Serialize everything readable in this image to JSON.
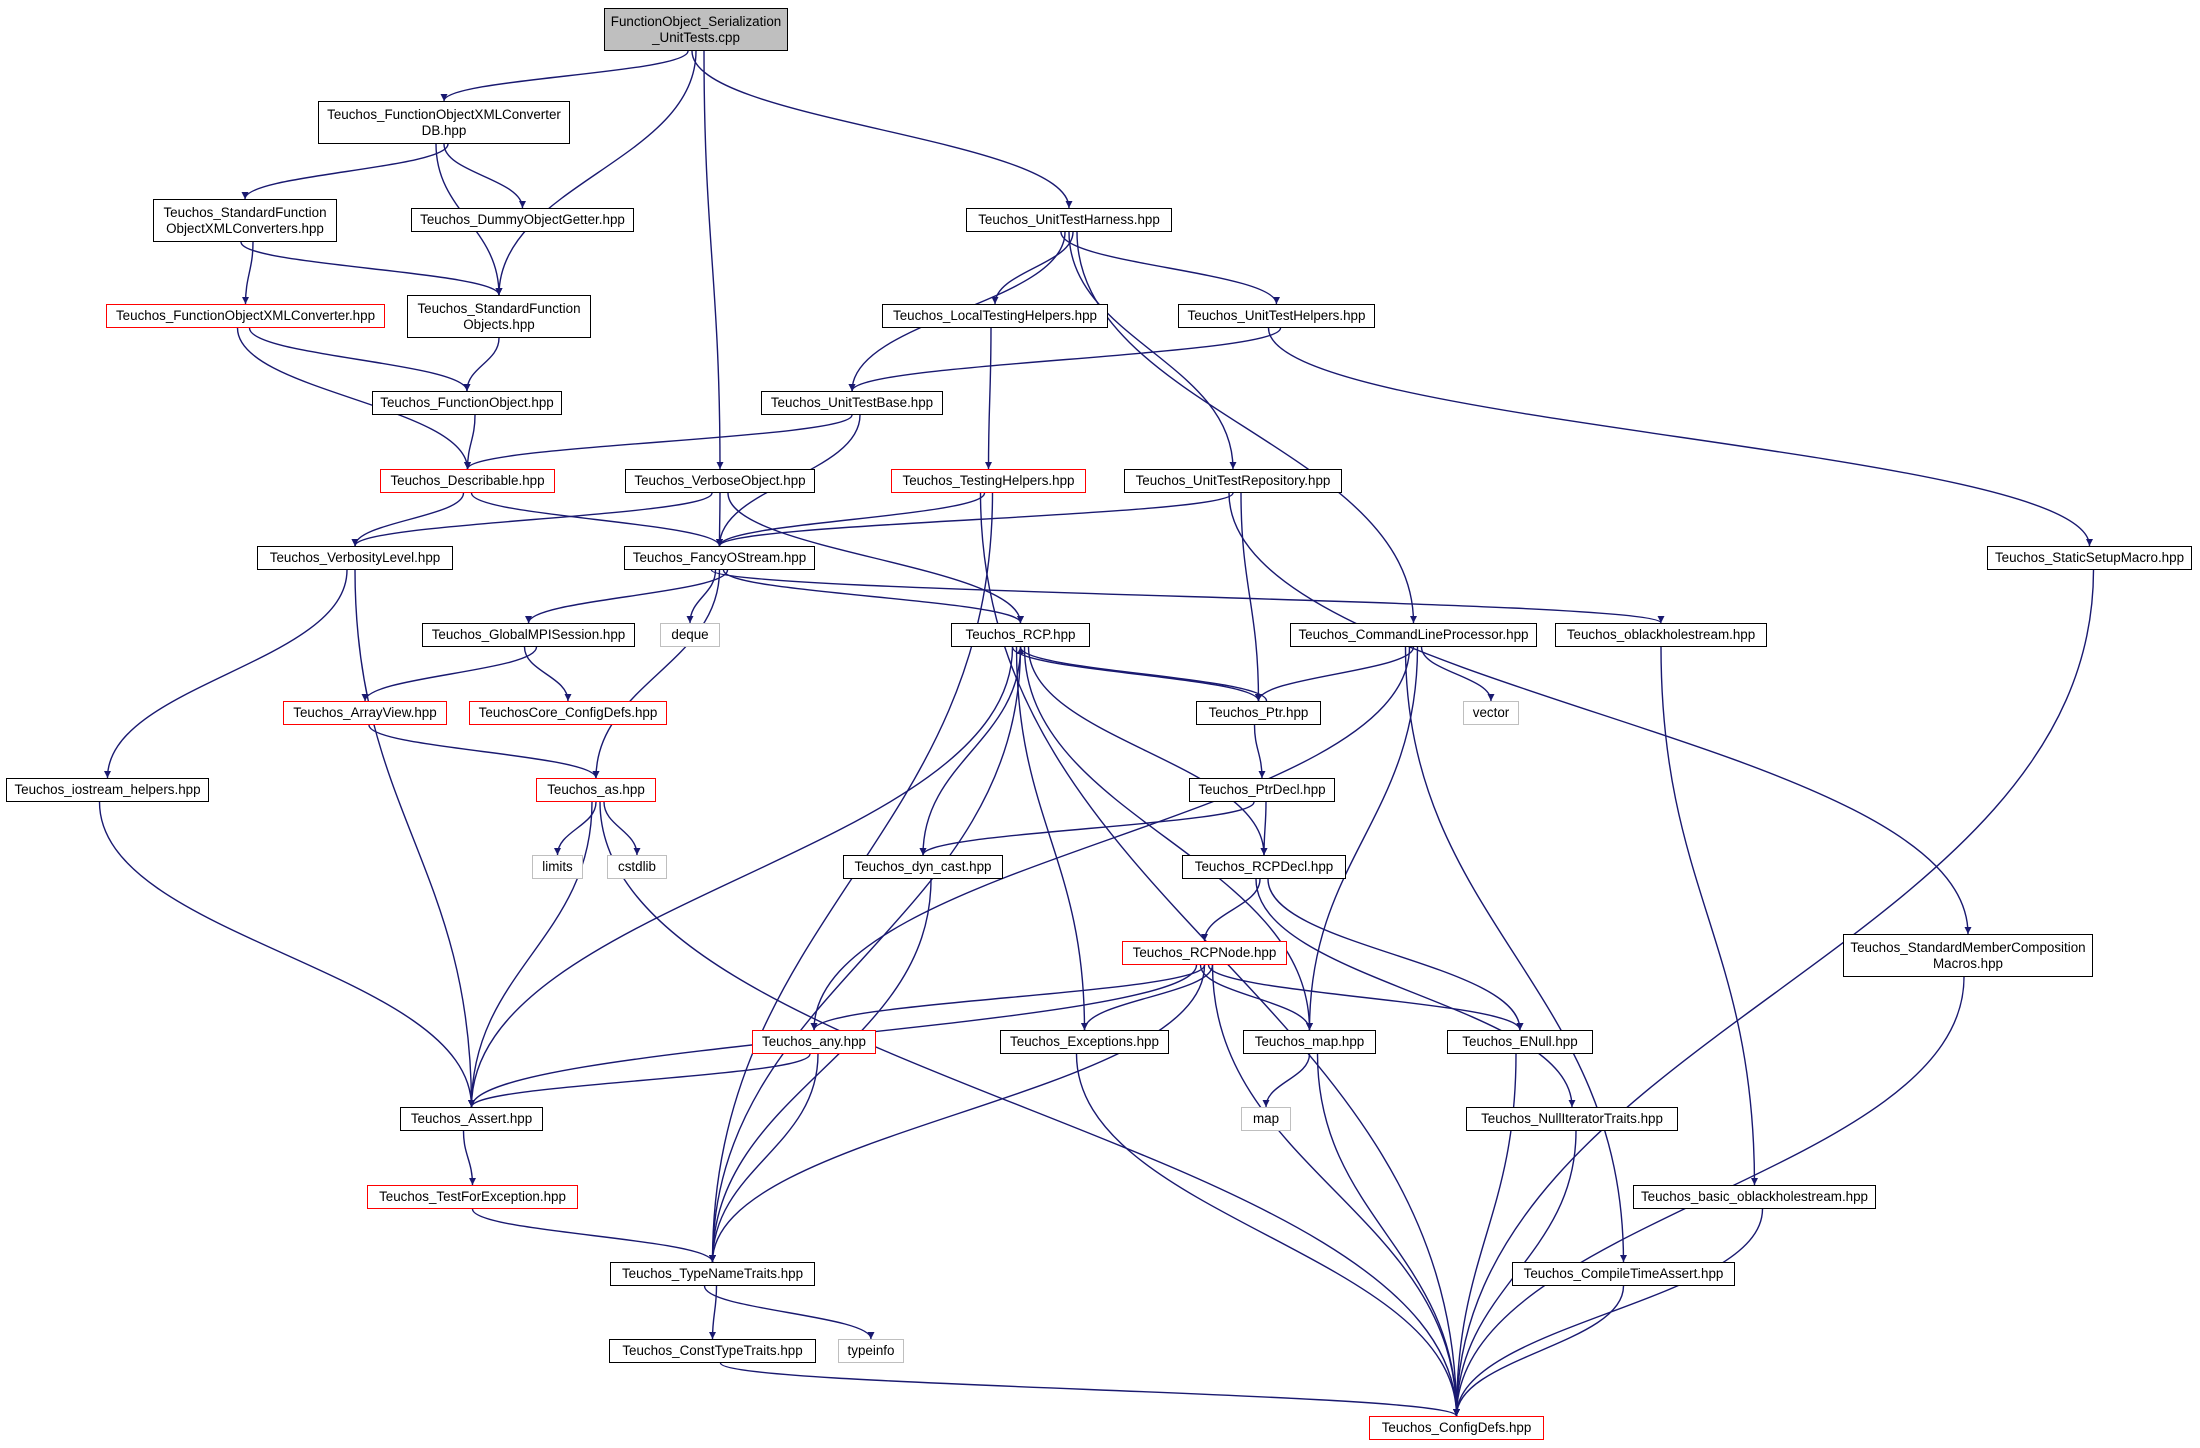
{
  "graph": {
    "nodes": [
      {
        "id": "root",
        "label": "FunctionObject_Serialization\n_UnitTests.cpp",
        "kind": "root"
      },
      {
        "id": "fox_db",
        "label": "Teuchos_FunctionObjectXMLConverter\nDB.hpp",
        "kind": "normal"
      },
      {
        "id": "harness",
        "label": "Teuchos_UnitTestHarness.hpp",
        "kind": "normal"
      },
      {
        "id": "std_conv",
        "label": "Teuchos_StandardFunction\nObjectXMLConverters.hpp",
        "kind": "normal"
      },
      {
        "id": "dummy",
        "label": "Teuchos_DummyObjectGetter.hpp",
        "kind": "normal"
      },
      {
        "id": "fox_conv",
        "label": "Teuchos_FunctionObjectXMLConverter.hpp",
        "kind": "red"
      },
      {
        "id": "std_fo",
        "label": "Teuchos_StandardFunction\nObjects.hpp",
        "kind": "normal"
      },
      {
        "id": "local_th",
        "label": "Teuchos_LocalTestingHelpers.hpp",
        "kind": "normal"
      },
      {
        "id": "uth",
        "label": "Teuchos_UnitTestHelpers.hpp",
        "kind": "normal"
      },
      {
        "id": "fo",
        "label": "Teuchos_FunctionObject.hpp",
        "kind": "normal"
      },
      {
        "id": "utb",
        "label": "Teuchos_UnitTestBase.hpp",
        "kind": "normal"
      },
      {
        "id": "desc",
        "label": "Teuchos_Describable.hpp",
        "kind": "red"
      },
      {
        "id": "verbose",
        "label": "Teuchos_VerboseObject.hpp",
        "kind": "normal"
      },
      {
        "id": "th",
        "label": "Teuchos_TestingHelpers.hpp",
        "kind": "red"
      },
      {
        "id": "utr",
        "label": "Teuchos_UnitTestRepository.hpp",
        "kind": "normal"
      },
      {
        "id": "verbosity",
        "label": "Teuchos_VerbosityLevel.hpp",
        "kind": "normal"
      },
      {
        "id": "fancy",
        "label": "Teuchos_FancyOStream.hpp",
        "kind": "normal"
      },
      {
        "id": "static_setup",
        "label": "Teuchos_StaticSetupMacro.hpp",
        "kind": "normal"
      },
      {
        "id": "gmpi",
        "label": "Teuchos_GlobalMPISession.hpp",
        "kind": "normal"
      },
      {
        "id": "deque",
        "label": "deque",
        "kind": "sys"
      },
      {
        "id": "rcp",
        "label": "Teuchos_RCP.hpp",
        "kind": "normal"
      },
      {
        "id": "clp",
        "label": "Teuchos_CommandLineProcessor.hpp",
        "kind": "normal"
      },
      {
        "id": "oblack",
        "label": "Teuchos_oblackholestream.hpp",
        "kind": "normal"
      },
      {
        "id": "arrayview",
        "label": "Teuchos_ArrayView.hpp",
        "kind": "red"
      },
      {
        "id": "core_cfg",
        "label": "TeuchosCore_ConfigDefs.hpp",
        "kind": "red"
      },
      {
        "id": "ptr",
        "label": "Teuchos_Ptr.hpp",
        "kind": "normal"
      },
      {
        "id": "vector",
        "label": "vector",
        "kind": "sys"
      },
      {
        "id": "iostream_h",
        "label": "Teuchos_iostream_helpers.hpp",
        "kind": "normal"
      },
      {
        "id": "as",
        "label": "Teuchos_as.hpp",
        "kind": "red"
      },
      {
        "id": "ptrdecl",
        "label": "Teuchos_PtrDecl.hpp",
        "kind": "normal"
      },
      {
        "id": "limits",
        "label": "limits",
        "kind": "sys"
      },
      {
        "id": "cstdlib",
        "label": "cstdlib",
        "kind": "sys"
      },
      {
        "id": "dyncast",
        "label": "Teuchos_dyn_cast.hpp",
        "kind": "normal"
      },
      {
        "id": "rcpdecl",
        "label": "Teuchos_RCPDecl.hpp",
        "kind": "normal"
      },
      {
        "id": "smc",
        "label": "Teuchos_StandardMemberComposition\nMacros.hpp",
        "kind": "normal"
      },
      {
        "id": "rcpnode",
        "label": "Teuchos_RCPNode.hpp",
        "kind": "red"
      },
      {
        "id": "any",
        "label": "Teuchos_any.hpp",
        "kind": "red"
      },
      {
        "id": "exceptions",
        "label": "Teuchos_Exceptions.hpp",
        "kind": "normal"
      },
      {
        "id": "map_h",
        "label": "Teuchos_map.hpp",
        "kind": "normal"
      },
      {
        "id": "enull",
        "label": "Teuchos_ENull.hpp",
        "kind": "normal"
      },
      {
        "id": "assert",
        "label": "Teuchos_Assert.hpp",
        "kind": "normal"
      },
      {
        "id": "map",
        "label": "map",
        "kind": "sys"
      },
      {
        "id": "nit",
        "label": "Teuchos_NullIteratorTraits.hpp",
        "kind": "normal"
      },
      {
        "id": "tfe",
        "label": "Teuchos_TestForException.hpp",
        "kind": "red"
      },
      {
        "id": "basic_oblack",
        "label": "Teuchos_basic_oblackholestream.hpp",
        "kind": "normal"
      },
      {
        "id": "tnt",
        "label": "Teuchos_TypeNameTraits.hpp",
        "kind": "normal"
      },
      {
        "id": "ctas",
        "label": "Teuchos_CompileTimeAssert.hpp",
        "kind": "normal"
      },
      {
        "id": "ctt",
        "label": "Teuchos_ConstTypeTraits.hpp",
        "kind": "normal"
      },
      {
        "id": "typeinfo",
        "label": "typeinfo",
        "kind": "sys"
      },
      {
        "id": "cfg",
        "label": "Teuchos_ConfigDefs.hpp",
        "kind": "red"
      }
    ],
    "edges": [
      [
        "root",
        "fox_db"
      ],
      [
        "root",
        "std_fo"
      ],
      [
        "root",
        "verbose"
      ],
      [
        "root",
        "harness"
      ],
      [
        "fox_db",
        "std_conv"
      ],
      [
        "fox_db",
        "std_fo"
      ],
      [
        "fox_db",
        "dummy"
      ],
      [
        "std_conv",
        "fox_conv"
      ],
      [
        "std_conv",
        "std_fo"
      ],
      [
        "fox_conv",
        "fo"
      ],
      [
        "fox_conv",
        "desc"
      ],
      [
        "std_fo",
        "fo"
      ],
      [
        "fo",
        "desc"
      ],
      [
        "harness",
        "utb"
      ],
      [
        "harness",
        "local_th"
      ],
      [
        "harness",
        "uth"
      ],
      [
        "harness",
        "utr"
      ],
      [
        "harness",
        "clp"
      ],
      [
        "local_th",
        "th"
      ],
      [
        "uth",
        "utb"
      ],
      [
        "uth",
        "static_setup"
      ],
      [
        "utb",
        "desc"
      ],
      [
        "utb",
        "fancy"
      ],
      [
        "desc",
        "verbosity"
      ],
      [
        "desc",
        "fancy"
      ],
      [
        "verbose",
        "verbosity"
      ],
      [
        "verbose",
        "fancy"
      ],
      [
        "verbose",
        "rcp"
      ],
      [
        "th",
        "fancy"
      ],
      [
        "th",
        "tnt"
      ],
      [
        "th",
        "cfg"
      ],
      [
        "utr",
        "fancy"
      ],
      [
        "utr",
        "ptr"
      ],
      [
        "utr",
        "smc"
      ],
      [
        "static_setup",
        "cfg"
      ],
      [
        "verbosity",
        "iostream_h"
      ],
      [
        "verbosity",
        "assert"
      ],
      [
        "fancy",
        "gmpi"
      ],
      [
        "fancy",
        "deque"
      ],
      [
        "fancy",
        "rcp"
      ],
      [
        "fancy",
        "oblack"
      ],
      [
        "fancy",
        "as"
      ],
      [
        "gmpi",
        "arrayview"
      ],
      [
        "gmpi",
        "core_cfg"
      ],
      [
        "arrayview",
        "as"
      ],
      [
        "iostream_h",
        "assert"
      ],
      [
        "as",
        "limits"
      ],
      [
        "as",
        "cstdlib"
      ],
      [
        "as",
        "assert"
      ],
      [
        "as",
        "cfg"
      ],
      [
        "rcp",
        "ptr"
      ],
      [
        "rcp",
        "dyncast"
      ],
      [
        "rcp",
        "rcpdecl"
      ],
      [
        "rcp",
        "exceptions"
      ],
      [
        "rcp",
        "map_h"
      ],
      [
        "rcp",
        "assert"
      ],
      [
        "rcp",
        "tnt"
      ],
      [
        "ptr",
        "rcp"
      ],
      [
        "ptr",
        "ptrdecl"
      ],
      [
        "ptrdecl",
        "rcpdecl"
      ],
      [
        "ptrdecl",
        "dyncast"
      ],
      [
        "clp",
        "ptr"
      ],
      [
        "clp",
        "vector"
      ],
      [
        "clp",
        "any"
      ],
      [
        "clp",
        "map_h"
      ],
      [
        "clp",
        "ctas"
      ],
      [
        "oblack",
        "basic_oblack"
      ],
      [
        "dyncast",
        "tnt"
      ],
      [
        "rcpdecl",
        "rcpnode"
      ],
      [
        "rcpdecl",
        "enull"
      ],
      [
        "rcpdecl",
        "nit"
      ],
      [
        "rcpnode",
        "any"
      ],
      [
        "rcpnode",
        "exceptions"
      ],
      [
        "rcpnode",
        "map_h"
      ],
      [
        "rcpnode",
        "enull"
      ],
      [
        "rcpnode",
        "assert"
      ],
      [
        "rcpnode",
        "tnt"
      ],
      [
        "rcpnode",
        "cfg"
      ],
      [
        "any",
        "assert"
      ],
      [
        "any",
        "tnt"
      ],
      [
        "exceptions",
        "cfg"
      ],
      [
        "map_h",
        "map"
      ],
      [
        "map_h",
        "cfg"
      ],
      [
        "enull",
        "cfg"
      ],
      [
        "nit",
        "cfg"
      ],
      [
        "assert",
        "tfe"
      ],
      [
        "tfe",
        "tnt"
      ],
      [
        "basic_oblack",
        "cfg"
      ],
      [
        "smc",
        "cfg"
      ],
      [
        "tnt",
        "ctt"
      ],
      [
        "tnt",
        "typeinfo"
      ],
      [
        "ctas",
        "cfg"
      ],
      [
        "ctt",
        "cfg"
      ]
    ],
    "colors": {
      "edge": "#191970",
      "node_border": "#000000",
      "highlight_border": "#ff0000",
      "system_border": "#bfbfbf",
      "root_fill": "#bfbfbf"
    }
  }
}
